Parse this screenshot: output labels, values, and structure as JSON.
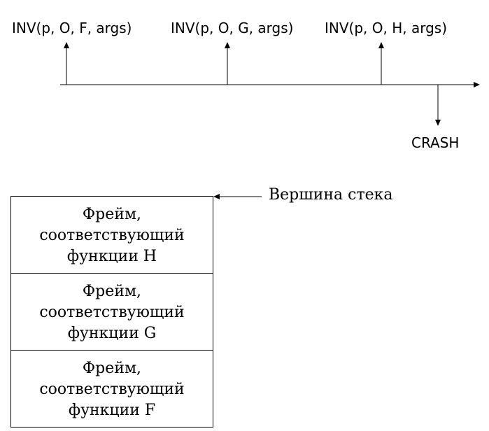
{
  "timeline": {
    "events": [
      {
        "label": "INV(p, O, F, args)"
      },
      {
        "label": "INV(p, O, G, args)"
      },
      {
        "label": "INV(p, O, H, args)"
      }
    ],
    "crash_label": "CRASH"
  },
  "stack": {
    "top_label": "Вершина стека",
    "frames": [
      {
        "line1": "Фрейм,",
        "line2": "соответствующий",
        "line3": "функции H"
      },
      {
        "line1": "Фрейм,",
        "line2": "соответствующий",
        "line3": "функции G"
      },
      {
        "line1": "Фрейм,",
        "line2": "соответствующий",
        "line3": "функции F"
      }
    ]
  }
}
